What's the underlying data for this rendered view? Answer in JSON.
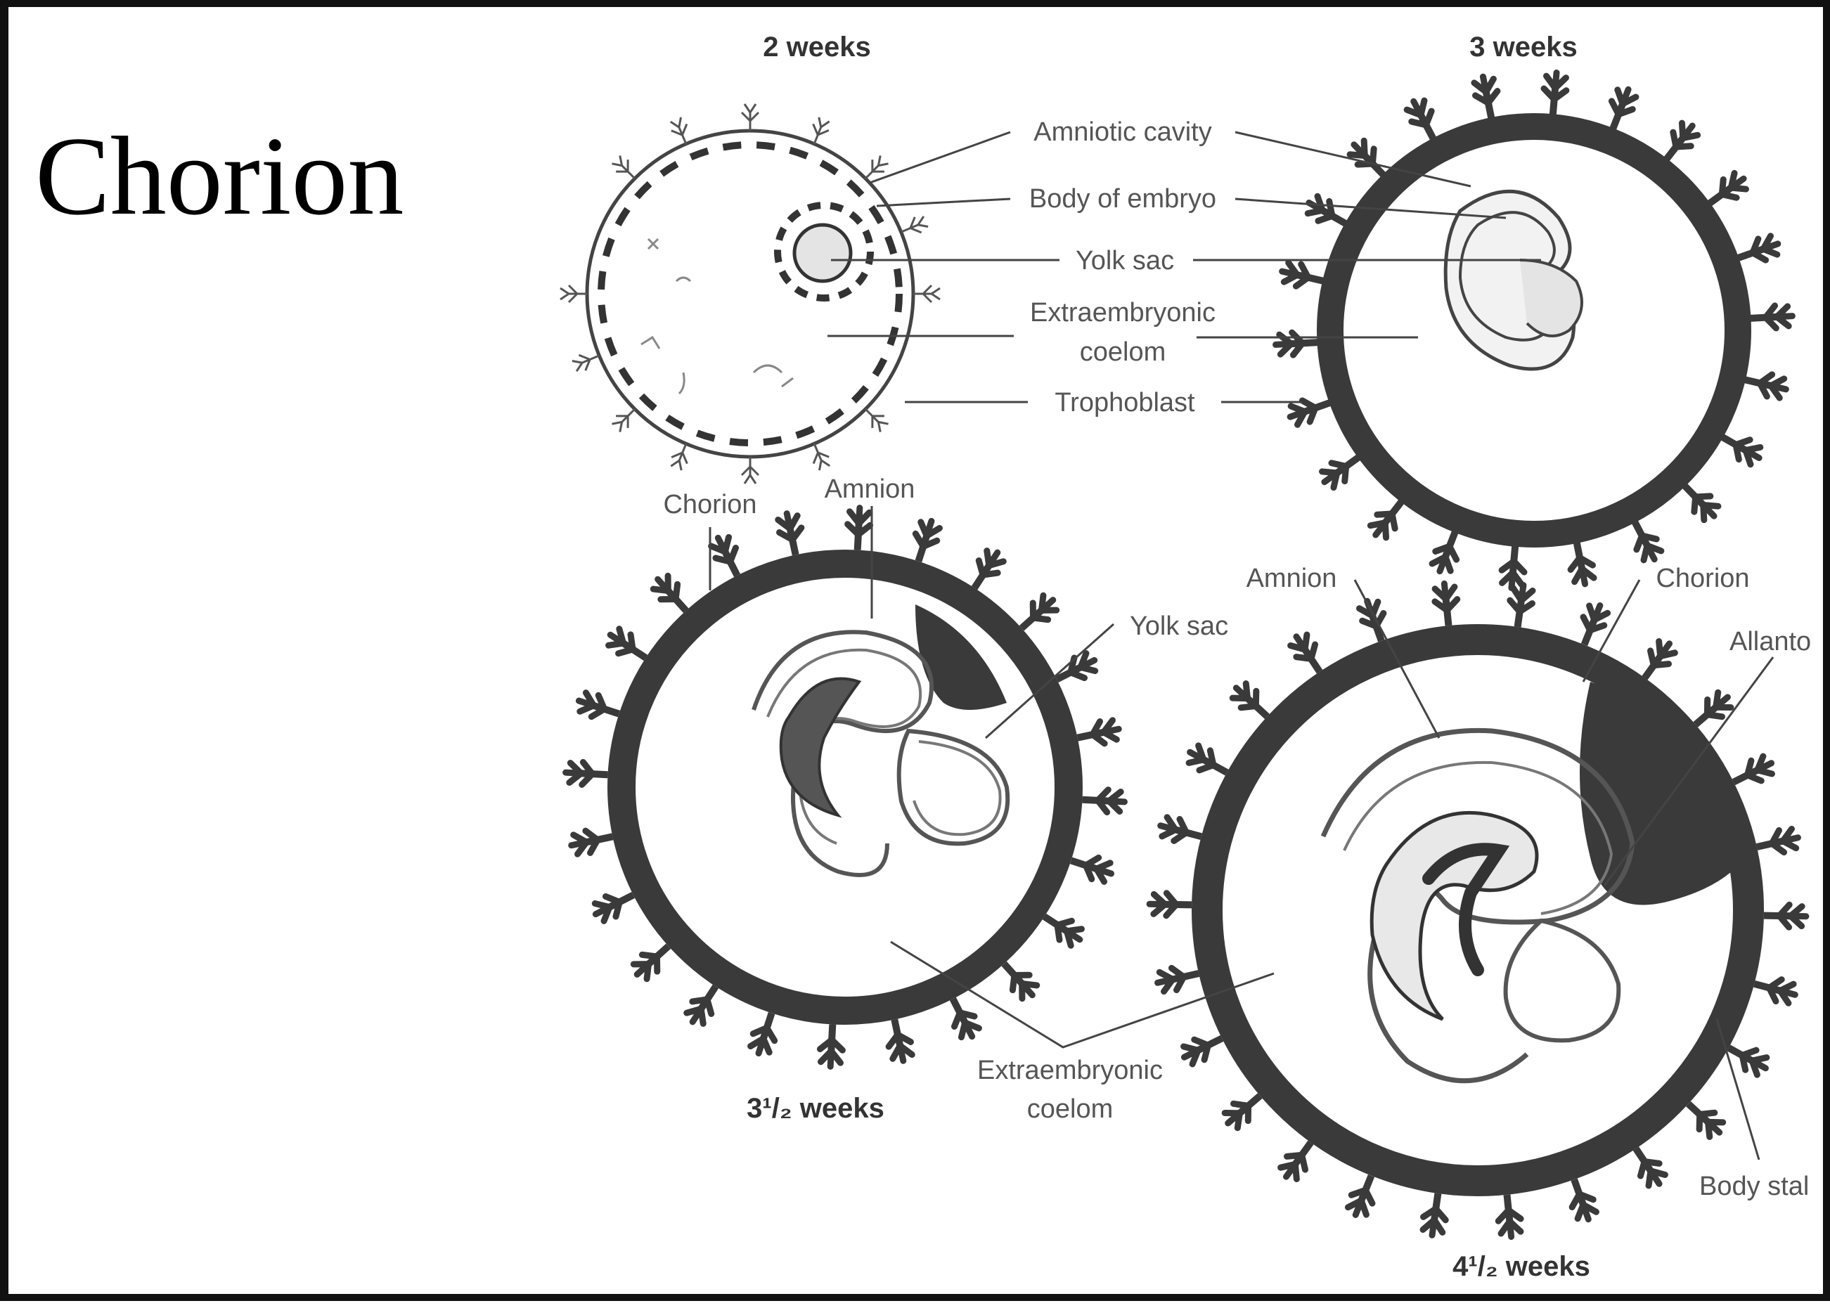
{
  "slide": {
    "title": "Chorion"
  },
  "stages": [
    {
      "label": "2 weeks"
    },
    {
      "label": "3 weeks"
    },
    {
      "label": "3¹/₂ weeks"
    },
    {
      "label": "4¹/₂ weeks"
    }
  ],
  "labels": {
    "amniotic_cavity": "Amniotic cavity",
    "body_of_embryo": "Body of embryo",
    "yolk_sac_top": "Yolk sac",
    "extraembryonic_top_1": "Extraembryonic",
    "extraembryonic_top_2": "coelom",
    "trophoblast": "Trophoblast",
    "chorion_left": "Chorion",
    "amnion_left": "Amnion",
    "yolk_sac_mid": "Yolk sac",
    "amnion_right": "Amnion",
    "chorion_right": "Chorion",
    "allantois": "Allanto",
    "extraembryonic_bottom_1": "Extraembryonic",
    "extraembryonic_bottom_2": "coelom",
    "body_stalk": "Body stal"
  },
  "colors": {
    "tissue": "#3a3a3a",
    "yolk": "#e4e4e4",
    "frame": "#111111"
  }
}
